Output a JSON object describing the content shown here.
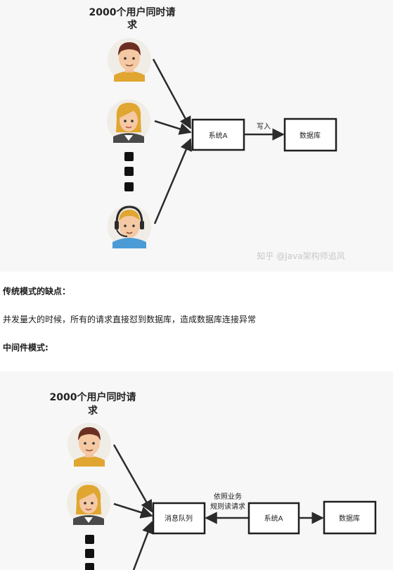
{
  "diagram1": {
    "title_line1": "2000个用户同时请",
    "title_line2": "求",
    "system_a": "系统A",
    "database": "数据库",
    "arrow_label": "写入",
    "watermark": "知乎 @Java架构师追风"
  },
  "section1": {
    "heading": "传统模式的缺点：",
    "body": "并发量大的时候，所有的请求直接怼到数据库，造成数据库连接异常"
  },
  "section2": {
    "heading": "中间件模式:"
  },
  "diagram2": {
    "title_line1": "2000个用户同时请",
    "title_line2": "求",
    "message_queue": "消息队列",
    "system_a": "系统A",
    "database": "数据库",
    "arrow_label_line1": "依照业务",
    "arrow_label_line2": "规则读请求"
  }
}
